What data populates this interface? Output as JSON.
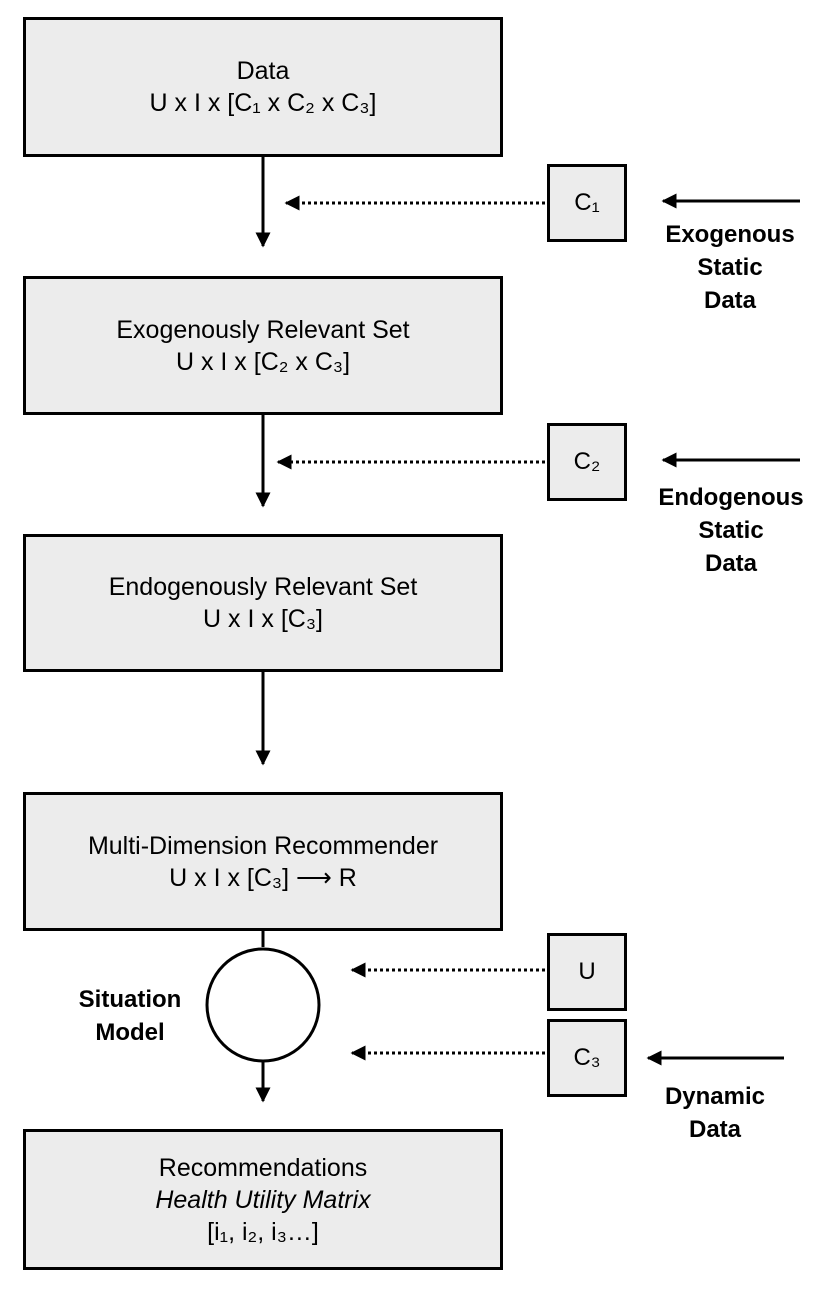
{
  "boxes": {
    "data": {
      "title": "Data",
      "formula": "U x I x [C₁ x C₂ x C₃]"
    },
    "exogenous_set": {
      "title": "Exogenously Relevant Set",
      "formula": "U x I x [C₂ x C₃]"
    },
    "endogenous_set": {
      "title": "Endogenously Relevant Set",
      "formula": "U x I x [C₃]"
    },
    "recommender": {
      "title": "Multi-Dimension Recommender",
      "formula": "U x I x [C₃] ⟶ R"
    },
    "recommendations": {
      "title": "Recommendations",
      "subtitle": "Health Utility Matrix",
      "formula": "[i₁, i₂, i₃…]"
    }
  },
  "context_boxes": {
    "c1": "C₁",
    "c2": "C₂",
    "u": "U",
    "c3": "C₃"
  },
  "side_labels": {
    "exogenous": [
      "Exogenous",
      "Static",
      "Data"
    ],
    "endogenous": [
      "Endogenous",
      "Static",
      "Data"
    ],
    "situation": [
      "Situation",
      "Model"
    ],
    "dynamic": [
      "Dynamic",
      "Data"
    ]
  },
  "colors": {
    "box_fill": "#ececec",
    "stroke": "#000000",
    "background": "#ffffff"
  }
}
